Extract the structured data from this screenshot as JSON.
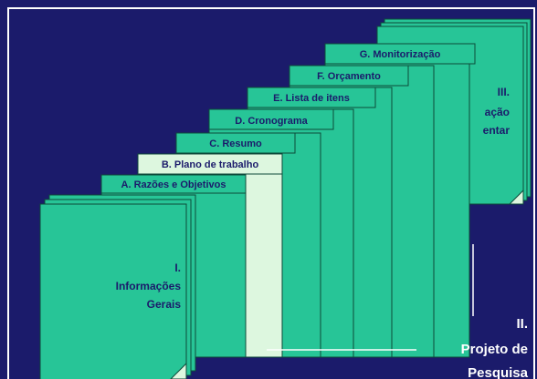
{
  "colors": {
    "background": "#1B1B6B",
    "frame": "#FFFFFF",
    "page_fill": "#27C597",
    "page_highlight": "#DDF7DF",
    "page_border": "#0D4A3A",
    "text": "#1B1B6B",
    "text_light": "#FFFFFF"
  },
  "sections": {
    "informacoes_gerais": {
      "number": "I.",
      "line1": "Informações",
      "line2": "Gerais"
    },
    "projeto_pesquisa": {
      "number": "II.",
      "line1": "Projeto de",
      "line2": "Pesquisa"
    },
    "documentacao": {
      "number": "III.",
      "line1": "ação",
      "line2": "entar"
    }
  },
  "tabs": [
    {
      "id": "A",
      "label": "A. Razões e Objetivos",
      "highlight": false
    },
    {
      "id": "B",
      "label": "B. Plano de trabalho",
      "highlight": true
    },
    {
      "id": "C",
      "label": "C. Resumo",
      "highlight": false
    },
    {
      "id": "D",
      "label": "D. Cronograma",
      "highlight": false
    },
    {
      "id": "E",
      "label": "E. Lista de itens",
      "highlight": false
    },
    {
      "id": "F",
      "label": "F. Orçamento",
      "highlight": false
    },
    {
      "id": "G",
      "label": "G. Monitorização",
      "highlight": false
    }
  ]
}
